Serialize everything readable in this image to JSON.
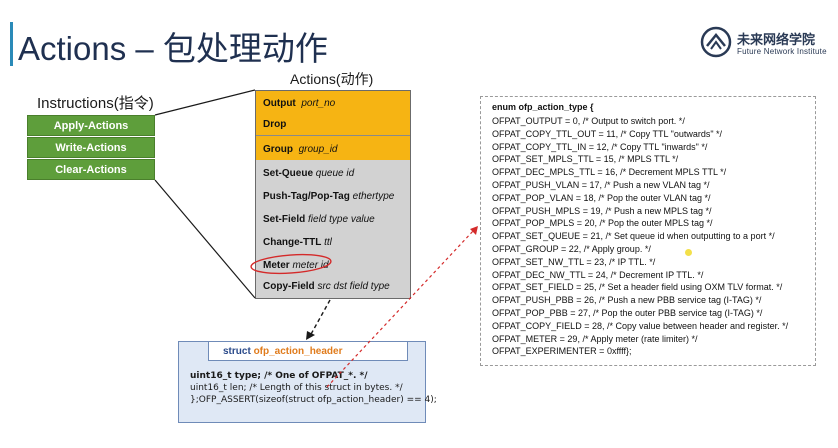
{
  "slide": {
    "title": "Actions – 包处理动作",
    "logo_name": "未来网络学院",
    "logo_sub": "Future Network Institute"
  },
  "instructions": {
    "title": "Instructions(指令)",
    "items": [
      "Apply-Actions",
      "Write-Actions",
      "Clear-Actions"
    ]
  },
  "actions": {
    "title": "Actions(动作)",
    "rows": [
      {
        "name": "Output",
        "arg": "port_no",
        "highlight": true
      },
      {
        "name": "Drop",
        "arg": "",
        "highlight": true
      },
      {
        "name": "Group",
        "arg": "group_id",
        "highlight": true
      },
      {
        "name": "Set-Queue",
        "arg": "queue id",
        "highlight": false
      },
      {
        "name": "Push-Tag/Pop-Tag",
        "arg": "ethertype",
        "highlight": false
      },
      {
        "name": "Set-Field",
        "arg": "field type value",
        "highlight": false
      },
      {
        "name": "Change-TTL",
        "arg": "ttl",
        "highlight": false
      },
      {
        "name": "Meter",
        "arg": "meter id",
        "highlight": false
      },
      {
        "name": "Copy-Field",
        "arg": "src  dst field type",
        "highlight": false
      }
    ]
  },
  "header_struct": {
    "keyword": "struct",
    "name": "ofp_action_header",
    "lines": [
      "uint16_t type;          /* One of OFPAT_*. */",
      "uint16_t len;        /* Length of this struct in bytes. */",
      "};OFP_ASSERT(sizeof(struct ofp_action_header) == 4);"
    ]
  },
  "enum_block": {
    "header": "enum ofp_action_type {",
    "lines": [
      "OFPAT_OUTPUT = 0, /* Output to switch port. */",
      "OFPAT_COPY_TTL_OUT = 11, /* Copy TTL \"outwards\" */",
      "OFPAT_COPY_TTL_IN = 12, /* Copy TTL \"inwards\" */",
      "OFPAT_SET_MPLS_TTL = 15, /* MPLS TTL */",
      "OFPAT_DEC_MPLS_TTL = 16, /* Decrement MPLS TTL */",
      "OFPAT_PUSH_VLAN = 17, /* Push a new VLAN tag */",
      "OFPAT_POP_VLAN = 18, /* Pop the outer VLAN tag */",
      "OFPAT_PUSH_MPLS = 19, /* Push a new MPLS tag */",
      "OFPAT_POP_MPLS = 20, /* Pop the outer MPLS tag */",
      "OFPAT_SET_QUEUE = 21, /* Set queue id when outputting to a port */",
      "OFPAT_GROUP = 22, /* Apply group. */",
      "OFPAT_SET_NW_TTL = 23, /* IP TTL. */",
      "OFPAT_DEC_NW_TTL = 24, /* Decrement IP TTL. */",
      "OFPAT_SET_FIELD = 25, /* Set a header field using OXM TLV format. */",
      "OFPAT_PUSH_PBB = 26, /* Push a new PBB service tag (I-TAG) */",
      "OFPAT_POP_PBB = 27, /* Pop the outer PBB service tag (I-TAG) */",
      "OFPAT_COPY_FIELD = 28, /* Copy value between header and register. */",
      "OFPAT_METER = 29, /* Apply meter (rate limiter) */",
      "OFPAT_EXPERIMENTER = 0xffff};"
    ]
  },
  "colors": {
    "instr_green": "#5e9e3b",
    "action_orange": "#f6b413",
    "action_gray": "#d2d2d2",
    "annotation_red": "#d42a2a"
  }
}
